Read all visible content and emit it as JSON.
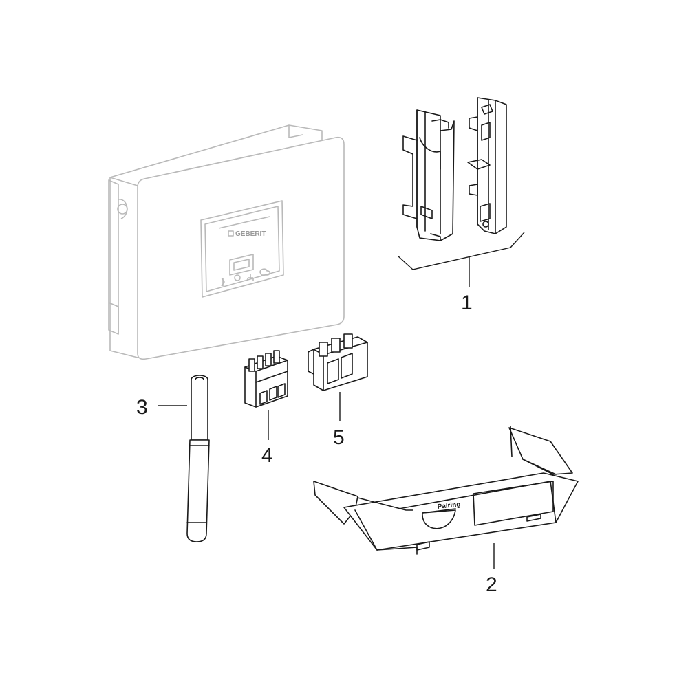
{
  "diagram": {
    "brand_text": "GEBERIT",
    "pairing_text": "Pairing",
    "callouts": {
      "c1": "1",
      "c2": "2",
      "c3": "3",
      "c4": "4",
      "c5": "5"
    },
    "colors": {
      "ink": "#1a1a1a",
      "ghost": "#b9b9b9",
      "background": "#ffffff"
    }
  }
}
